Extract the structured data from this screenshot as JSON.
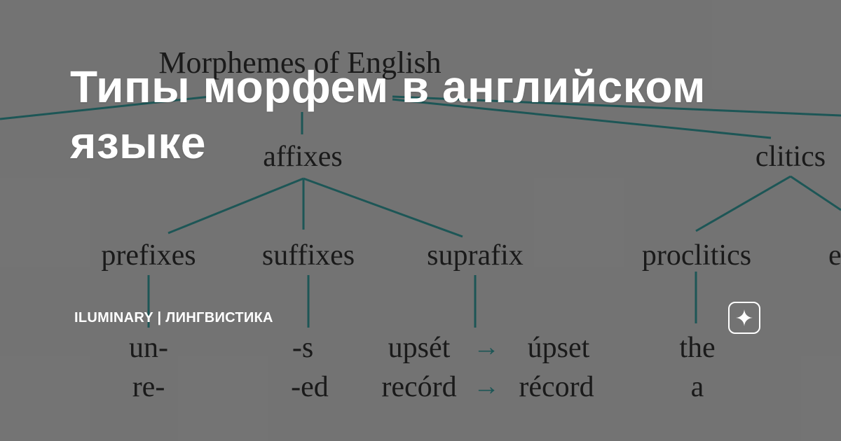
{
  "diagram": {
    "root": "Morphemes of English",
    "branches": [
      "affixes",
      "clitics"
    ],
    "affix_types": [
      "prefixes",
      "suffixes",
      "suprafix"
    ],
    "clitic_types": [
      "proclitics",
      "e"
    ],
    "examples": {
      "prefixes": [
        "un-",
        "re-"
      ],
      "suffixes": [
        "-s",
        "-ed"
      ],
      "suprafix": [
        {
          "from": "upsét",
          "arrow": "→",
          "to": "úpset"
        },
        {
          "from": "recórd",
          "arrow": "→",
          "to": "récord"
        }
      ],
      "proclitics": [
        "the",
        "a"
      ]
    }
  },
  "card": {
    "title": "Типы морфем в английском языке",
    "channel": "ILUMINARY | ЛИНГВИСТИКА",
    "badge_icon": "sparkle-star-icon"
  },
  "colors": {
    "background": "#7b7b7b",
    "tree_lines": "#1f5c5c",
    "title_text": "#ffffff"
  }
}
